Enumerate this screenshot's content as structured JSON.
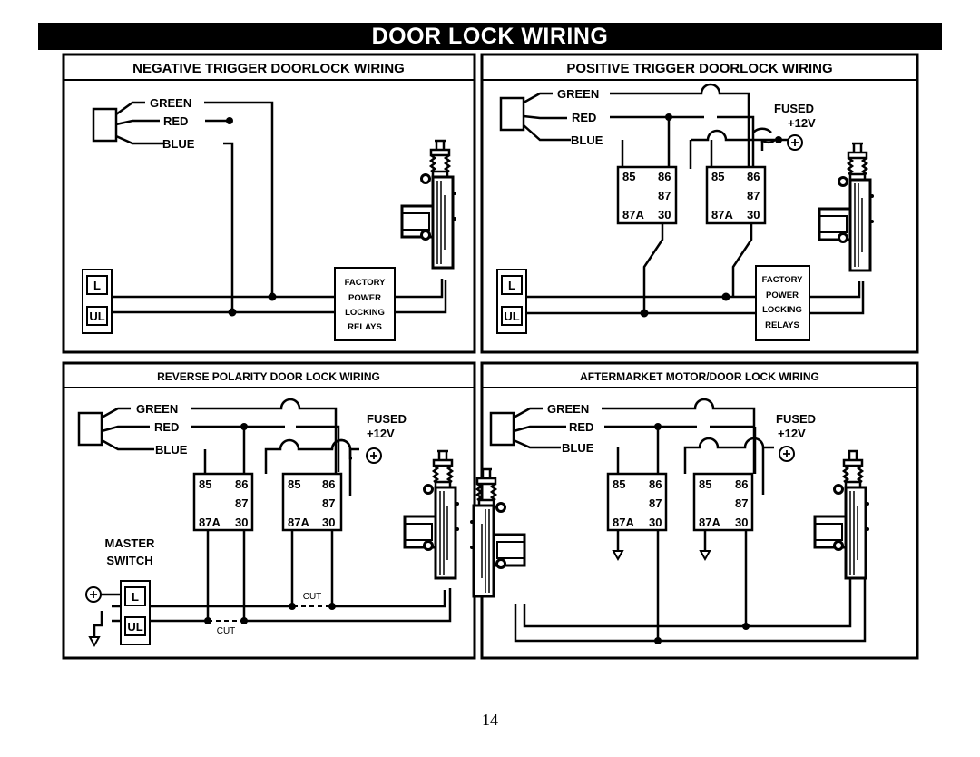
{
  "page_title": "DOOR LOCK WIRING",
  "page_number": "14",
  "panels": {
    "negative": {
      "title": "NEGATIVE TRIGGER DOORLOCK WIRING",
      "wires": {
        "green": "GREEN",
        "red": "RED",
        "blue": "BLUE"
      },
      "switches": {
        "lock": "L",
        "unlock": "UL"
      },
      "factory_relays": [
        "FACTORY",
        "POWER",
        "LOCKING",
        "RELAYS"
      ]
    },
    "positive": {
      "title": "POSITIVE TRIGGER DOORLOCK WIRING",
      "wires": {
        "green": "GREEN",
        "red": "RED",
        "blue": "BLUE"
      },
      "power": {
        "fused": "FUSED",
        "voltage": "+12V"
      },
      "relay_pins": {
        "p85": "85",
        "p86": "86",
        "p87": "87",
        "p87a": "87A",
        "p30": "30"
      },
      "switches": {
        "lock": "L",
        "unlock": "UL"
      },
      "factory_relays": [
        "FACTORY",
        "POWER",
        "LOCKING",
        "RELAYS"
      ]
    },
    "reverse": {
      "title": "REVERSE POLARITY DOOR LOCK WIRING",
      "wires": {
        "green": "GREEN",
        "red": "RED",
        "blue": "BLUE"
      },
      "power": {
        "fused": "FUSED",
        "voltage": "+12V"
      },
      "relay_pins": {
        "p85": "85",
        "p86": "86",
        "p87": "87",
        "p87a": "87A",
        "p30": "30"
      },
      "master_switch": [
        "MASTER",
        "SWITCH"
      ],
      "switches": {
        "lock": "L",
        "unlock": "UL"
      },
      "cut_label": "CUT"
    },
    "aftermarket": {
      "title": "AFTERMARKET MOTOR/DOOR LOCK WIRING",
      "wires": {
        "green": "GREEN",
        "red": "RED",
        "blue": "BLUE"
      },
      "power": {
        "fused": "FUSED",
        "voltage": "+12V"
      },
      "relay_pins": {
        "p85": "85",
        "p86": "86",
        "p87": "87",
        "p87a": "87A",
        "p30": "30"
      }
    }
  }
}
